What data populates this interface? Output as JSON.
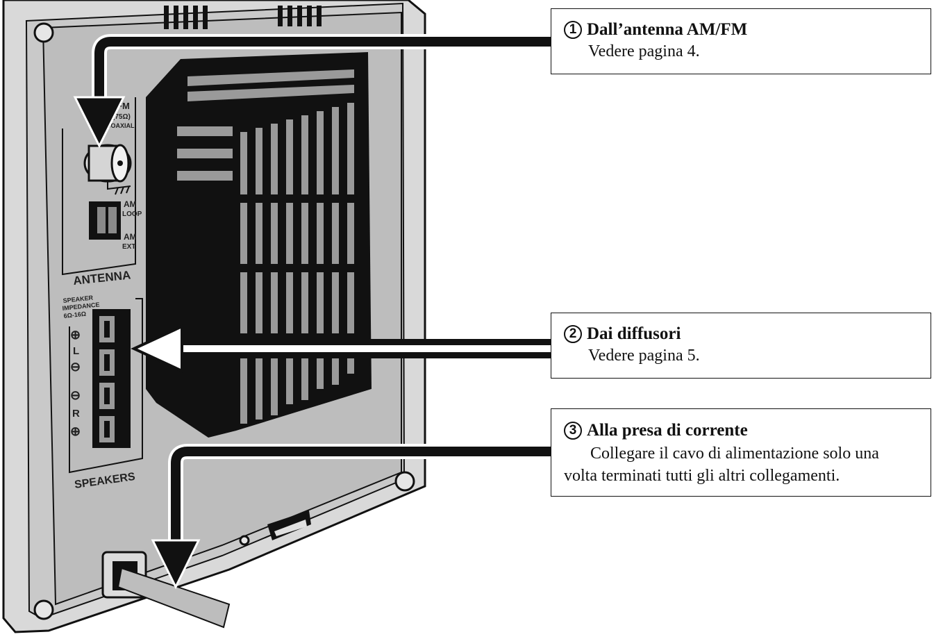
{
  "callouts": [
    {
      "number": "1",
      "title": "Dall’antenna AM/FM",
      "text": "Vedere pagina 4."
    },
    {
      "number": "2",
      "title": "Dai diffusori",
      "text": "Vedere pagina 5."
    },
    {
      "number": "3",
      "title": "Alla presa di corrente",
      "text_line1": "Collegare il cavo di alimentazione solo una",
      "text_line2": "volta terminati tutti gli altri collegamenti."
    }
  ],
  "panel_labels": {
    "fm": "FM",
    "fm_ohm": "(75Ω)",
    "coaxial": "COAXIAL",
    "am_loop_1": "AM",
    "am_loop_2": "LOOP",
    "am_ext_1": "AM",
    "am_ext_2": "EXT",
    "antenna": "ANTENNA",
    "speaker_imp_1": "SPEAKER",
    "speaker_imp_2": "IMPEDANCE",
    "speaker_imp_3": "6Ω-16Ω",
    "plus": "⊕",
    "minus": "⊖",
    "left": "L",
    "right": "R",
    "speakers": "SPEAKERS"
  }
}
